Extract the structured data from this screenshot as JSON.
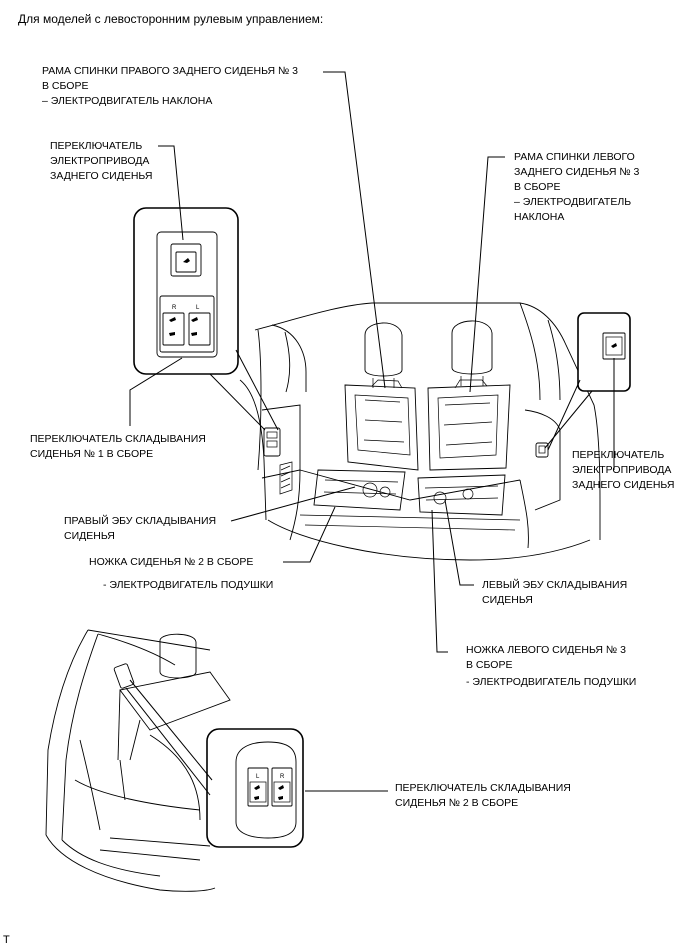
{
  "header": "Для моделей с левосторонним рулевым управлением:",
  "footer_mark": "T",
  "labels": {
    "rr_seatback_frame": "РАМА СПИНКИ ПРАВОГО ЗАДНЕГО СИДЕНЬЯ № 3\nВ СБОРЕ",
    "rr_seatback_motor": "– ЭЛЕКТРОДВИГАТЕЛЬ НАКЛОНА",
    "rear_power_seat_switch_left": "ПЕРЕКЛЮЧАТЕЛЬ\nЭЛЕКТРОПРИВОДА\nЗАДНЕГО СИДЕНЬЯ",
    "lr_seatback_frame": "РАМА СПИНКИ ЛЕВОГО\nЗАДНЕГО СИДЕНЬЯ № 3\nВ СБОРЕ",
    "lr_seatback_motor": "– ЭЛЕКТРОДВИГАТЕЛЬ\nНАКЛОНА",
    "fold_switch_1": "ПЕРЕКЛЮЧАТЕЛЬ СКЛАДЫВАНИЯ\nСИДЕНЬЯ № 1 В СБОРЕ",
    "rear_power_seat_switch_right": "ПЕРЕКЛЮЧАТЕЛЬ\nЭЛЕКТРОПРИВОДА\nЗАДНЕГО СИДЕНЬЯ",
    "right_fold_ecu": "ПРАВЫЙ ЭБУ СКЛАДЫВАНИЯ\nСИДЕНЬЯ",
    "seat_leg_2": "НОЖКА СИДЕНЬЯ № 2 В СБОРЕ",
    "seat_leg_2_motor": "- ЭЛЕКТРОДВИГАТЕЛЬ ПОДУШКИ",
    "left_fold_ecu": "ЛЕВЫЙ ЭБУ СКЛАДЫВАНИЯ\nСИДЕНЬЯ",
    "left_seat_leg_3": "НОЖКА ЛЕВОГО СИДЕНЬЯ № 3\nВ СБОРЕ",
    "left_seat_leg_3_motor": "- ЭЛЕКТРОДВИГАТЕЛЬ ПОДУШКИ",
    "fold_switch_2": "ПЕРЕКЛЮЧАТЕЛЬ СКЛАДЫВАНИЯ\nСИДЕНЬЯ № 2 В СБОРЕ"
  },
  "switch_marks": {
    "r": "R",
    "l": "L"
  }
}
